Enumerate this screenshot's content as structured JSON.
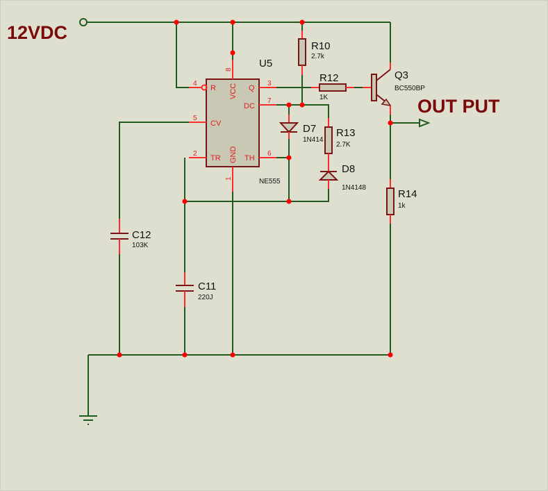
{
  "labels": {
    "supply": "12VDC",
    "output": "OUT PUT"
  },
  "colors": {
    "wire": "#1f5a1f",
    "pin": "#ff2a2a",
    "component_outline": "#7a1414",
    "component_fill": "#c8c8b4",
    "junction": "#ff0000",
    "background": "#dfdfd0",
    "big_label": "#7a0a0a"
  },
  "components": {
    "u5": {
      "ref": "U5",
      "value": "NE555",
      "pins": {
        "reset": {
          "name": "R",
          "num": "4"
        },
        "vcc": {
          "name": "VCC",
          "num": "8"
        },
        "q": {
          "name": "Q",
          "num": "3"
        },
        "dc": {
          "name": "DC",
          "num": "7"
        },
        "cv": {
          "name": "CV",
          "num": "5"
        },
        "tr": {
          "name": "TR",
          "num": "2"
        },
        "gnd": {
          "name": "GND",
          "num": "1"
        },
        "th": {
          "name": "TH",
          "num": "6"
        }
      }
    },
    "r10": {
      "ref": "R10",
      "value": "2.7k"
    },
    "r12": {
      "ref": "R12",
      "value": "1K"
    },
    "r13": {
      "ref": "R13",
      "value": "2.7K"
    },
    "r14": {
      "ref": "R14",
      "value": "1k"
    },
    "d7": {
      "ref": "D7",
      "value": "1N414"
    },
    "d8": {
      "ref": "D8",
      "value": "1N4148"
    },
    "q3": {
      "ref": "Q3",
      "value": "BC550BP"
    },
    "c11": {
      "ref": "C11",
      "value": "220J"
    },
    "c12": {
      "ref": "C12",
      "value": "103K"
    }
  }
}
